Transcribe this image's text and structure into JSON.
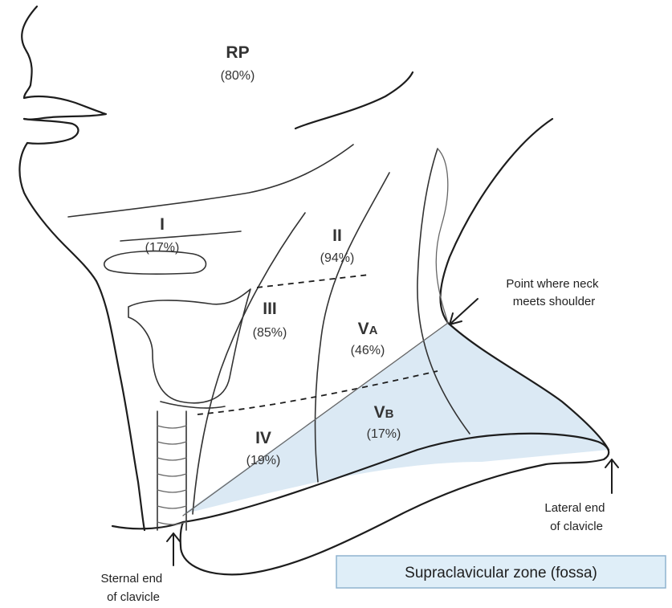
{
  "levels": [
    {
      "id": "rp",
      "name": "RP",
      "percent": "(80%)"
    },
    {
      "id": "i",
      "name": "I",
      "percent": "(17%)"
    },
    {
      "id": "ii",
      "name": "II",
      "percent": "(94%)"
    },
    {
      "id": "iii",
      "name": "III",
      "percent": "(85%)"
    },
    {
      "id": "va",
      "name": "V",
      "sub": "A",
      "percent": "(46%)"
    },
    {
      "id": "iv",
      "name": "IV",
      "percent": "(19%)"
    },
    {
      "id": "vb",
      "name": "V",
      "sub": "B",
      "percent": "(17%)"
    }
  ],
  "annotations": {
    "neck_shoulder": [
      "Point where neck",
      "meets shoulder"
    ],
    "lateral_end": [
      "Lateral end",
      "of clavicle"
    ],
    "sternal_end": [
      "Sternal end",
      "of clavicle"
    ]
  },
  "zone_box": {
    "label": "Supraclavicular zone (fossa)"
  },
  "colors": {
    "line": "#1d1d1d",
    "zone_fill": "#dbe9f4",
    "zone_box_bg": "#dfeef8",
    "zone_box_border": "#8fb3cf"
  }
}
